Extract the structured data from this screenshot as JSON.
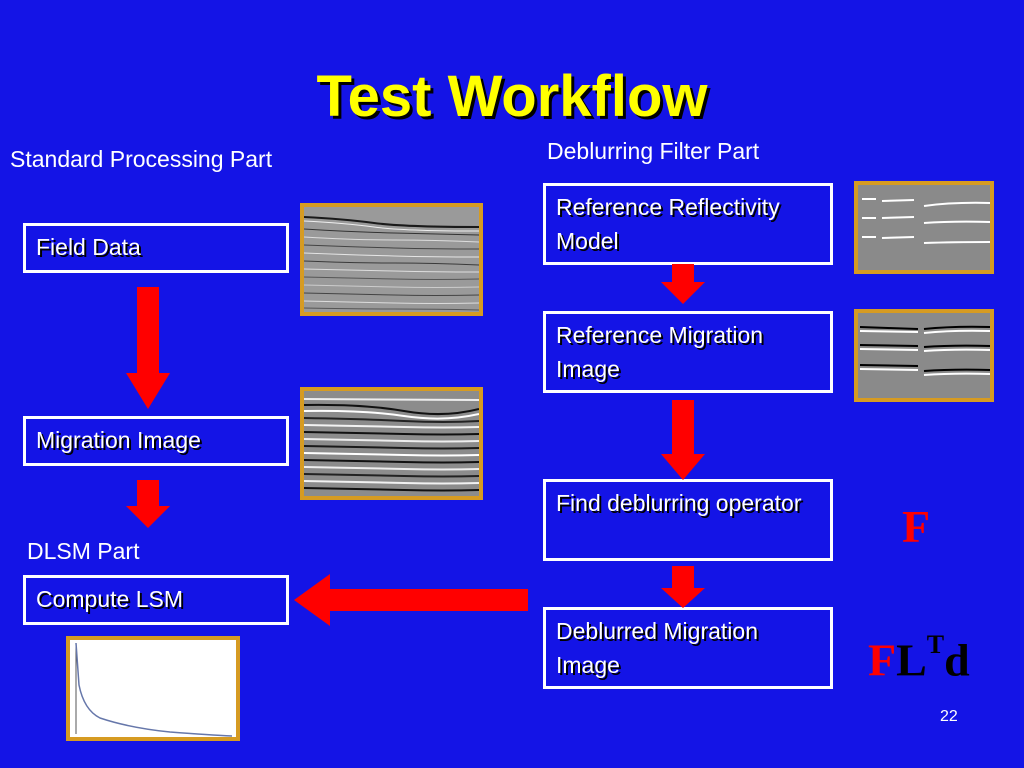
{
  "title": "Test Workflow",
  "sections": {
    "standard": "Standard Processing Part",
    "deblurring": "Deblurring Filter Part",
    "dlsm": "DLSM Part"
  },
  "boxes": {
    "field_data": "Field Data",
    "migration_image": "Migration Image",
    "compute_lsm": "Compute LSM",
    "reference_reflectivity": "Reference Reflectivity Model",
    "reference_migration": "Reference Migration Image",
    "find_operator": "Find deblurring operator",
    "deblurred_migration": "Deblurred Migration Image"
  },
  "equations": {
    "f": "F",
    "fltd_f": "F",
    "fltd_l": "L",
    "fltd_t": "T",
    "fltd_d": "d"
  },
  "page_number": "22",
  "colors": {
    "background": "#1414e6",
    "title": "#ffff00",
    "arrow": "#ff0000",
    "frame": "#d69b22"
  }
}
